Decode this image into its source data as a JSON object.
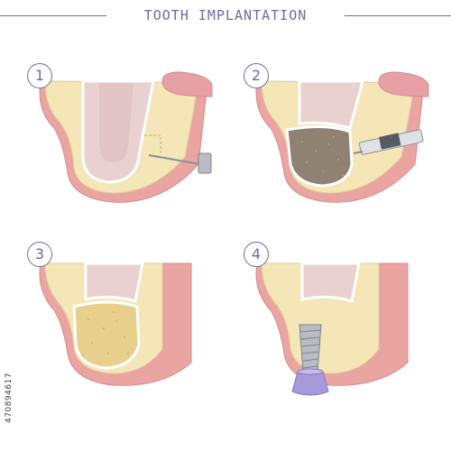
{
  "title": "TOOTH IMPLANTATION",
  "steps": [
    "1",
    "2",
    "3",
    "4"
  ],
  "stock_id": "470894617",
  "colors": {
    "accent": "#6e6aa3",
    "gum": "#eaa5a2",
    "gum_outline": "#d98a8a",
    "bone": "#f4e6b6",
    "root": "#e8d1cf",
    "implant_abutment": "#a79ad8",
    "implant_screw": "#b9bcc4"
  }
}
